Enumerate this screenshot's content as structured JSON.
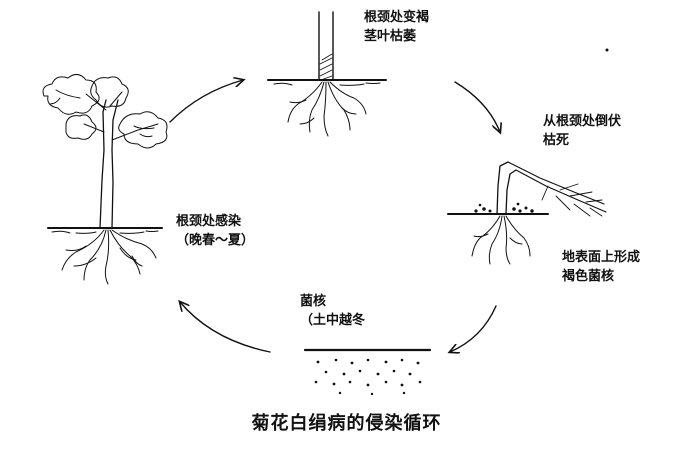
{
  "title": "菊花白绢病的侵染循环",
  "stages": {
    "top": [
      "根颈处变褐",
      "茎叶枯萎"
    ],
    "right_upper": [
      "从根颈处倒伏",
      "枯死"
    ],
    "right_lower": [
      "地表面上形成",
      "褐色菌核"
    ],
    "bottom": [
      "菌核",
      "（土中越冬"
    ],
    "left": [
      "根颈处感染",
      "（晚春～夏）"
    ]
  },
  "colors": {
    "ink": "#111111",
    "background": "#ffffff"
  }
}
